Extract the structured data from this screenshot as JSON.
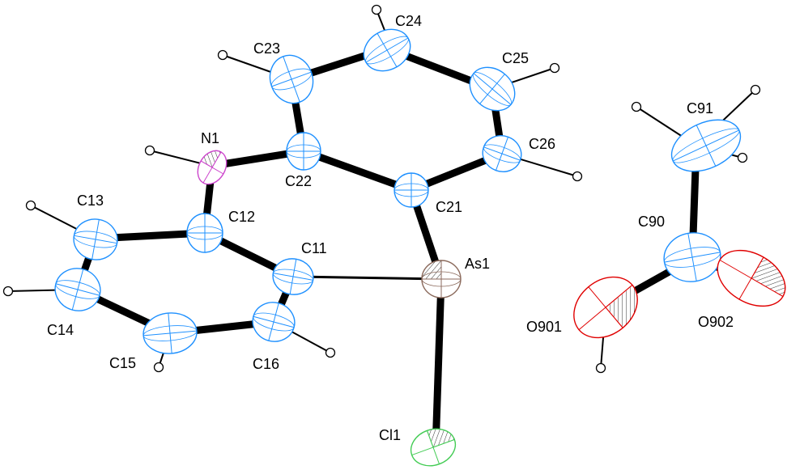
{
  "colors": {
    "carbon": "#1e90ff",
    "nitrogen": "#cc44cc",
    "arsenic": "#8b6a5c",
    "chlorine": "#44cc55",
    "oxygen": "#e00000",
    "hydrogen": "#000000",
    "bond": "#000000"
  },
  "atoms": {
    "N1": {
      "label": "N1"
    },
    "C11": {
      "label": "C11"
    },
    "C12": {
      "label": "C12"
    },
    "C13": {
      "label": "C13"
    },
    "C14": {
      "label": "C14"
    },
    "C15": {
      "label": "C15"
    },
    "C16": {
      "label": "C16"
    },
    "C21": {
      "label": "C21"
    },
    "C22": {
      "label": "C22"
    },
    "C23": {
      "label": "C23"
    },
    "C24": {
      "label": "C24"
    },
    "C25": {
      "label": "C25"
    },
    "C26": {
      "label": "C26"
    },
    "As1": {
      "label": "As1"
    },
    "Cl1": {
      "label": "Cl1"
    },
    "C90": {
      "label": "C90"
    },
    "C91": {
      "label": "C91"
    },
    "O901": {
      "label": "O901"
    },
    "O902": {
      "label": "O902"
    }
  }
}
